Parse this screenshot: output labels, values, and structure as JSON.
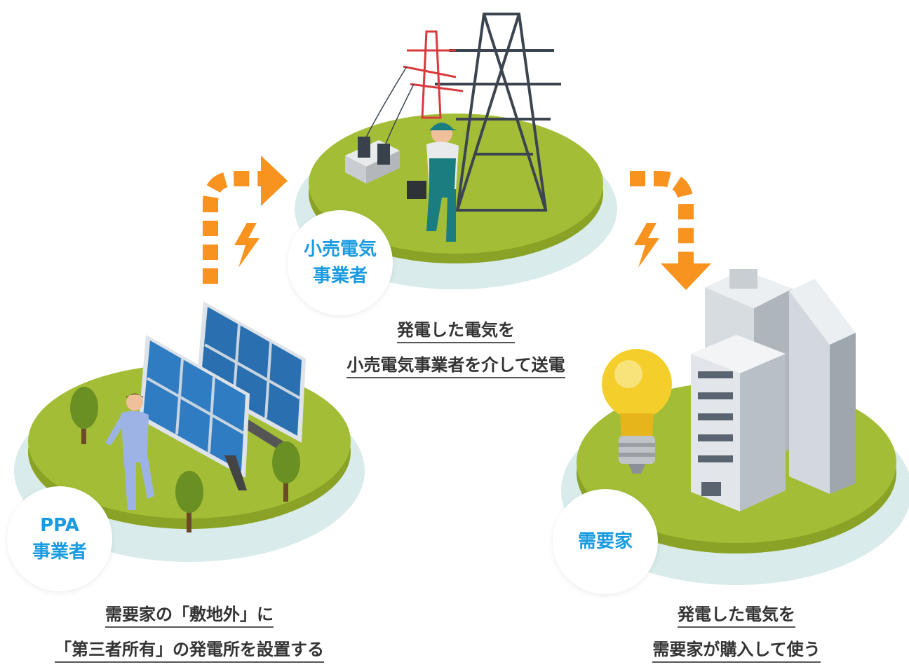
{
  "nodes": {
    "ppa": {
      "label": "PPA\n事業者"
    },
    "retailer": {
      "label": "小売電気\n事業者"
    },
    "consumer": {
      "label": "需要家"
    }
  },
  "captions": {
    "ppa": {
      "line1": "需要家の「敷地外」に",
      "line2": "「第三者所有」の発電所を設置する"
    },
    "retailer": {
      "line1": "発電した電気を",
      "line2": "小売電気事業者を介して送電"
    },
    "consumer": {
      "line1": "発電した電気を",
      "line2": "需要家が購入して使う"
    }
  },
  "colors": {
    "arrow": "#f7931e",
    "badge_text": "#1a9be0",
    "grass": "#a3be36",
    "island_rim": "#d9ebeb"
  },
  "icons": [
    "solar-panel-icon",
    "tree-icon",
    "worker-icon",
    "power-tower-icon",
    "transformer-icon",
    "building-icon",
    "light-bulb-icon",
    "lightning-icon"
  ]
}
